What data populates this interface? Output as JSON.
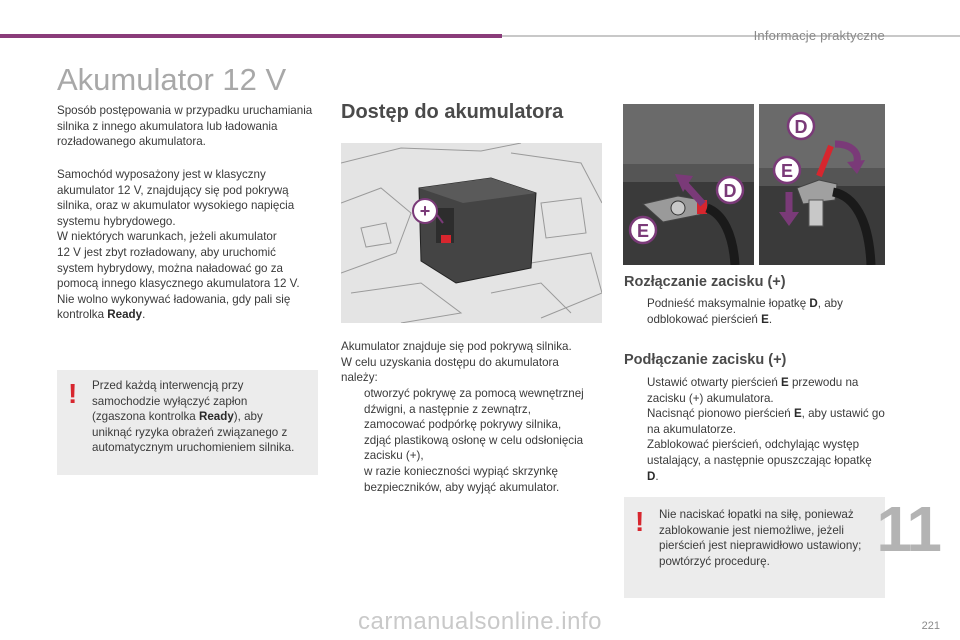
{
  "header": {
    "title": "Informacje praktyczne"
  },
  "page_title": "Akumulator 12 V",
  "left": {
    "intro": "Sposób postępowania w przypadku uruchamiania silnika z innego akumulatora lub ładowania rozładowanego akumulatora.",
    "body_lines": [
      "Samochód wyposażony jest w klasyczny",
      "akumulator 12 V, znajdujący się pod pokrywą",
      "silnika, oraz w akumulator wysokiego napięcia",
      "systemu hybrydowego.",
      "W niektórych warunkach, jeżeli akumulator",
      "12 V jest zbyt rozładowany, aby uruchomić",
      "system hybrydowy, można naładować go za",
      "pomocą innego klasycznego akumulatora 12 V.",
      "Nie wolno wykonywać ładowania, gdy pali się"
    ],
    "body_last_prefix": "kontrolka ",
    "body_last_bold": "Ready",
    "body_last_suffix": ".",
    "warning": {
      "mark": "!",
      "line1": "Przed każdą interwencją przy",
      "line2": "samochodzie wyłączyć zapłon",
      "line3_prefix": "(zgaszona kontrolka ",
      "line3_bold": "Ready",
      "line3_suffix": "), aby",
      "line4": "uniknąć ryzyka obrażeń związanego z",
      "line5": "automatycznym uruchomieniem silnika."
    }
  },
  "middle": {
    "title": "Dostęp do akumulatora",
    "image_label": "+",
    "intro_lines": [
      "Akumulator znajduje się pod pokrywą silnika.",
      "W celu uzyskania dostępu do akumulatora",
      "należy:"
    ],
    "bullet_mark": "",
    "steps": [
      "otworzyć pokrywę za pomocą wewnętrznej dźwigni, a następnie z zewnątrz,",
      "zamocować podpórkę pokrywy silnika,",
      "zdjąć plastikową osłonę w celu odsłonięcia zacisku (+),",
      "w razie konieczności wypiąć skrzynkę bezpieczników, aby wyjąć akumulator."
    ]
  },
  "right": {
    "image_labels": {
      "d": "D",
      "e": "E"
    },
    "disconnect": {
      "title": "Rozłączanie zacisku (+)",
      "step_prefix": "Podnieść maksymalnie łopatkę ",
      "step_bold": "D",
      "step_mid": ", aby odblokować pierścień ",
      "step_bold2": "E",
      "step_suffix": "."
    },
    "connect": {
      "title": "Podłączanie zacisku (+)",
      "s1_prefix": "Ustawić otwarty pierścień ",
      "s1_bold": "E",
      "s1_suffix": " przewodu na zacisku (+) akumulatora.",
      "s2_prefix": "Nacisnąć pionowo pierścień ",
      "s2_bold": "E",
      "s2_suffix": ", aby ustawić go na akumulatorze.",
      "s3_prefix": "Zablokować pierścień, odchylając występ ustalający, a następnie opuszczając łopatkę ",
      "s3_bold": "D",
      "s3_suffix": "."
    },
    "warning": {
      "mark": "!",
      "text": "Nie naciskać łopatki na siłę, ponieważ zablokowanie jest niemożliwe, jeżeli pierścień jest nieprawidłowo ustawiony; powtórzyć procedurę."
    }
  },
  "chapter_number": "11",
  "page_number": "221",
  "watermark": "carmanualsonline.info",
  "colors": {
    "accent": "#8a3c7a",
    "warning_red": "#d7262e",
    "box_gray": "#ececec",
    "label_purple": "#7a3a78"
  }
}
